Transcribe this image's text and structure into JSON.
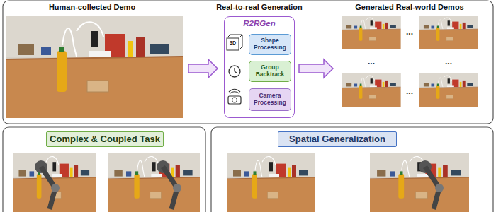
{
  "diagram": {
    "nodes": [
      {
        "text": [
          "R2RGen"
        ]
      },
      {
        "text": [
          "Shape Processing"
        ],
        "in": 0
      },
      {
        "text": [
          "Group Backtrack"
        ],
        "in": 0
      },
      {
        "text": [
          "Camera Processing"
        ],
        "in": 0
      },
      {
        "text": [
          "Complex & Coupled Task"
        ]
      },
      {
        "text": [
          "Spatial Generalization"
        ]
      }
    ],
    "labels": [
      "Human-collected Demo",
      "Real-to-real Generation",
      "Generated Real-world Demos",
      "3D",
      "...",
      "...",
      "...",
      "..."
    ]
  }
}
